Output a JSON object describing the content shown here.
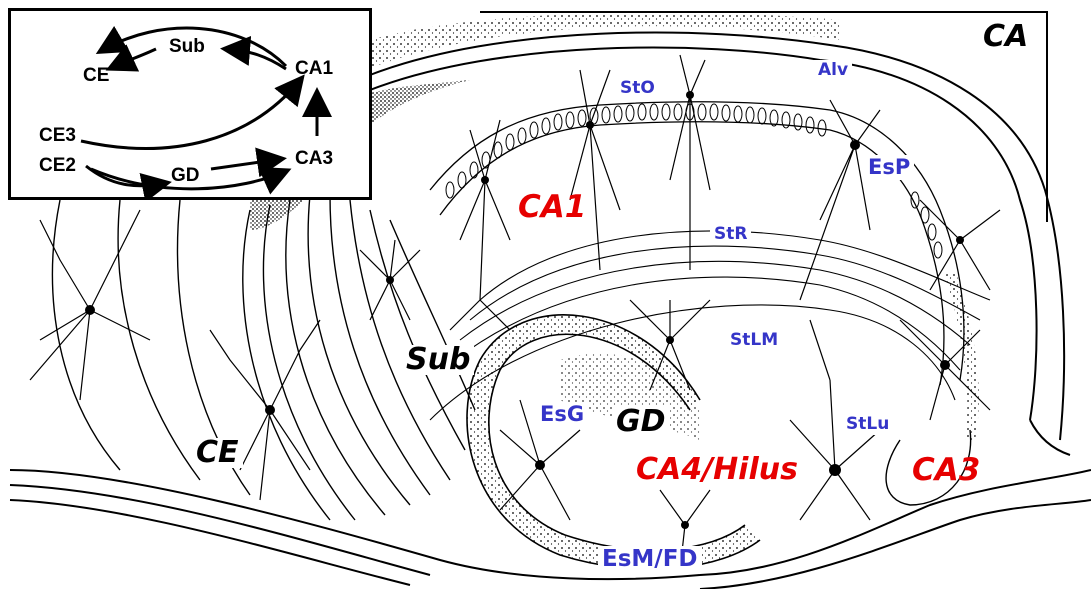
{
  "inset": {
    "nodes": {
      "ce": "CE",
      "sub": "Sub",
      "ca1": "CA1",
      "ce3": "CE3",
      "ce2": "CE2",
      "gd": "GD",
      "ca3": "CA3"
    }
  },
  "regions": {
    "ca": "CA",
    "ca1": "CA1",
    "sub": "Sub",
    "ce": "CE",
    "gd": "GD",
    "ca4_hilus": "CA4/Hilus",
    "ca3": "CA3"
  },
  "layers": {
    "sto": "StO",
    "alv": "Alv",
    "esp": "EsP",
    "str": "StR",
    "stlm": "StLM",
    "esg": "EsG",
    "stlu": "StLu",
    "esm_fd": "EsM/FD"
  },
  "colors": {
    "layer_label": "#3535c8",
    "region_red": "#e60000",
    "ink": "#000000"
  }
}
